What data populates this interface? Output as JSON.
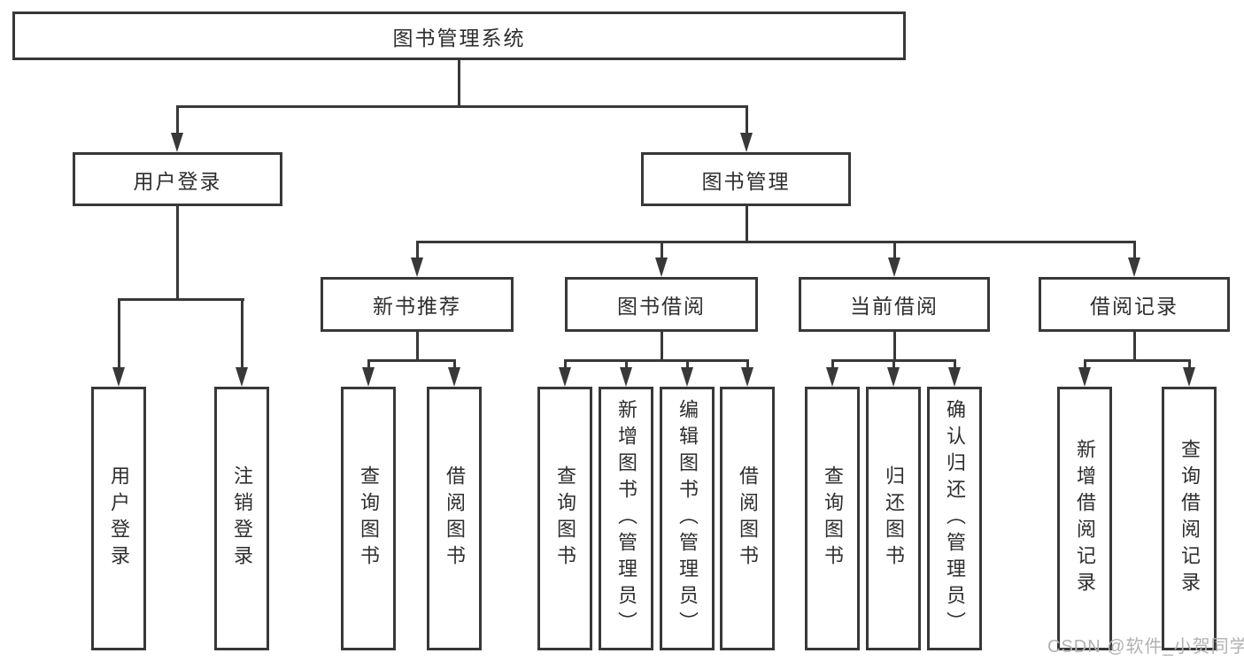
{
  "nodes": {
    "root": {
      "label": "图书管理系统"
    },
    "user_login": {
      "label": "用户登录"
    },
    "book_management": {
      "label": "图书管理"
    },
    "new_book_recommend": {
      "label": "新书推荐"
    },
    "book_borrowing": {
      "label": "图书借阅"
    },
    "current_borrowing": {
      "label": "当前借阅"
    },
    "borrowing_records": {
      "label": "借阅记录"
    },
    "leaf_user_login": {
      "label": "用户登录"
    },
    "leaf_logout": {
      "label": "注销登录"
    },
    "leaf_query_books_a": {
      "label": "查询图书"
    },
    "leaf_borrow_books_a": {
      "label": "借阅图书"
    },
    "leaf_query_books_b": {
      "label": "查询图书"
    },
    "leaf_add_book": {
      "label": "新增图书（管理员）"
    },
    "leaf_edit_book": {
      "label": "编辑图书（管理员）"
    },
    "leaf_borrow_books_b": {
      "label": "借阅图书"
    },
    "leaf_query_books_c": {
      "label": "查询图书"
    },
    "leaf_return_book": {
      "label": "归还图书"
    },
    "leaf_confirm_return": {
      "label": "确认归还（管理员）"
    },
    "leaf_add_borrow_record": {
      "label": "新增借阅记录"
    },
    "leaf_query_borrow_record": {
      "label": "查询借阅记录"
    }
  },
  "hierarchy": {
    "图书管理系统": {
      "用户登录": [
        "用户登录",
        "注销登录"
      ],
      "图书管理": {
        "新书推荐": [
          "查询图书",
          "借阅图书"
        ],
        "图书借阅": [
          "查询图书",
          "新增图书（管理员）",
          "编辑图书（管理员）",
          "借阅图书"
        ],
        "当前借阅": [
          "查询图书",
          "归还图书",
          "确认归还（管理员）"
        ],
        "借阅记录": [
          "新增借阅记录",
          "查询借阅记录"
        ]
      }
    }
  },
  "watermark": {
    "text": "CSDN @软件_小贺同学"
  },
  "colors": {
    "background": "#ffffff",
    "line": "#383838",
    "box_border": "#383838",
    "text": "#2e2e2e",
    "watermark": "#b3b2b2"
  }
}
